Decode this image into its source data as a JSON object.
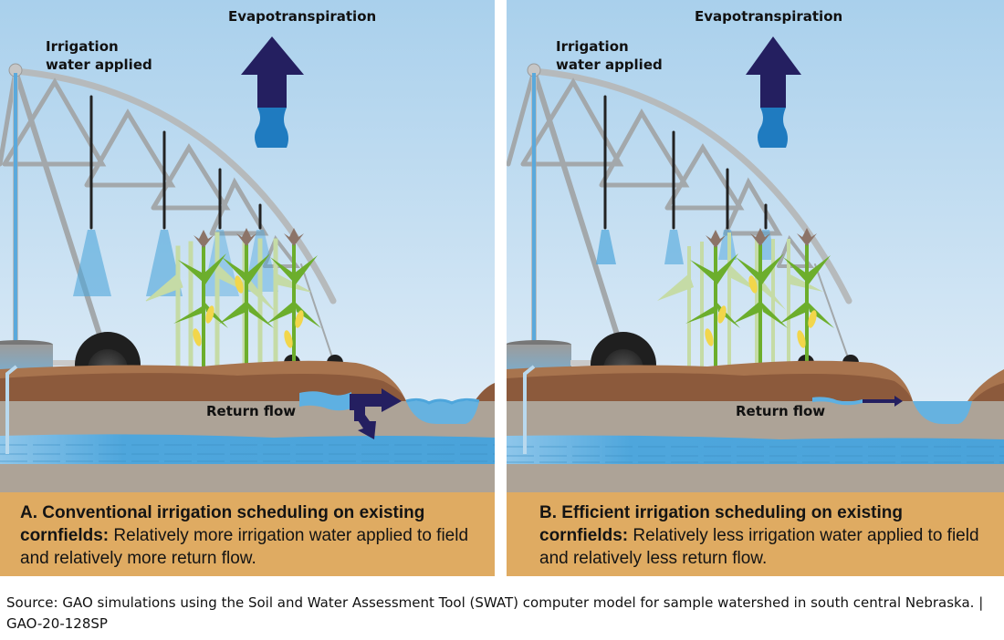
{
  "colors": {
    "sky_top": "#a9d0ec",
    "sky_bottom": "#e6f0f8",
    "topsoil": "#8c5a3c",
    "subsoil": "#ada397",
    "aquifer": "#4ea6dc",
    "arrow_dark": "#241f60",
    "arrow_water": "#1f7bc0",
    "caption_bg": "#dfab62",
    "corn_green": "#6cae2c",
    "corn_cob": "#f2d64b"
  },
  "panels": [
    {
      "id": "A",
      "labels": {
        "evapotranspiration": "Evapotranspiration",
        "irrigation_line1": "Irrigation",
        "irrigation_line2": "water applied",
        "return_flow": "Return flow"
      },
      "caption_bold": "A. Conventional irrigation scheduling on existing cornfields:",
      "caption_rest": " Relatively more irrigation water applied to field and relatively more return flow.",
      "return_flow_level": "more"
    },
    {
      "id": "B",
      "labels": {
        "evapotranspiration": "Evapotranspiration",
        "irrigation_line1": "Irrigation",
        "irrigation_line2": "water applied",
        "return_flow": "Return flow"
      },
      "caption_bold": "B. Efficient irrigation scheduling on existing cornfields:",
      "caption_rest": " Relatively less irrigation water applied to field and relatively less return flow.",
      "return_flow_level": "less"
    }
  ],
  "source": {
    "text": "Source: GAO simulations using the Soil and Water Assessment Tool (SWAT) computer model for sample watershed in south central Nebraska. | GAO-20-128SP"
  }
}
